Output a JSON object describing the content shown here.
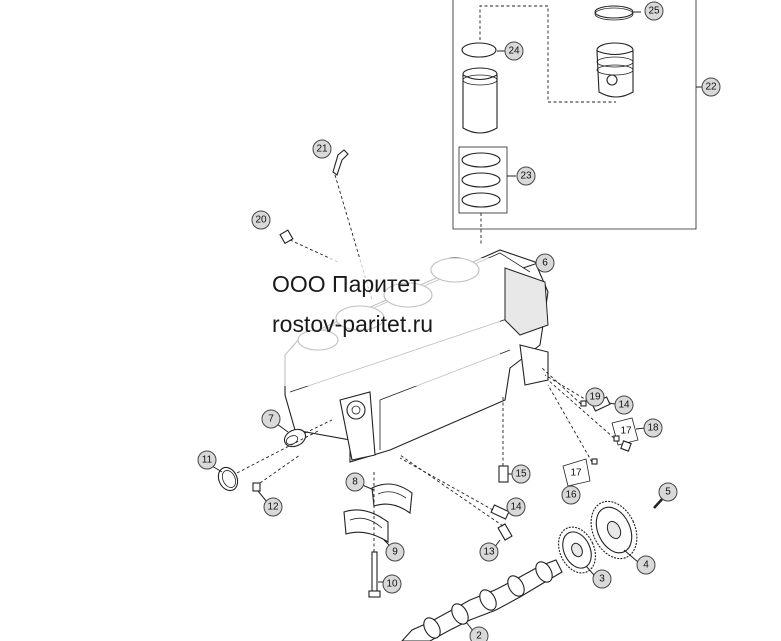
{
  "watermark": {
    "company": "ООО Паритет",
    "site": "rostov-paritet.ru"
  },
  "callouts": {
    "c2": "2",
    "c3": "3",
    "c4": "4",
    "c5": "5",
    "c6": "6",
    "c7": "7",
    "c8": "8",
    "c9": "9",
    "c10": "10",
    "c11": "11",
    "c12": "12",
    "c13": "13",
    "c14a": "14",
    "c14b": "14",
    "c15": "15",
    "c16": "16",
    "c17a": "17",
    "c17b": "17",
    "c18": "18",
    "c19": "19",
    "c20": "20",
    "c21": "21",
    "c22": "22",
    "c23": "23",
    "c24": "24",
    "c25": "25"
  }
}
